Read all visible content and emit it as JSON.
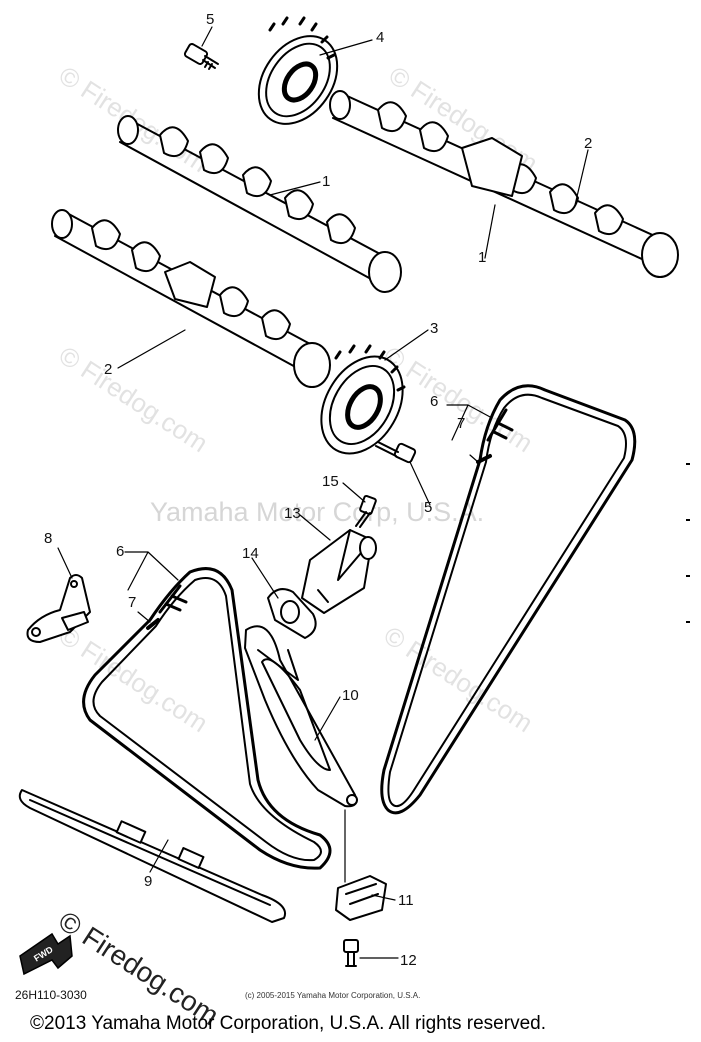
{
  "diagram": {
    "watermark_center": "Yamaha Motor Corp, U.S.A.",
    "watermark_repeat": "© Firedog.com",
    "watermark_large": "© Firedog.com",
    "part_code": "26H110-3030",
    "small_copyright": "(c) 2005-2015 Yamaha Motor Corporation, U.S.A.",
    "footer": "©2013 Yamaha Motor Corporation, U.S.A. All rights reserved.",
    "fwd_label": "FWD",
    "callouts": {
      "c1a": "1",
      "c1b": "1",
      "c2a": "2",
      "c2b": "2",
      "c3": "3",
      "c4": "4",
      "c5a": "5",
      "c5b": "5",
      "c6a": "6",
      "c6b": "6",
      "c7a": "7",
      "c7b": "7",
      "c8": "8",
      "c9": "9",
      "c10": "10",
      "c11": "11",
      "c12": "12",
      "c13": "13",
      "c14": "14",
      "c15": "15"
    }
  }
}
